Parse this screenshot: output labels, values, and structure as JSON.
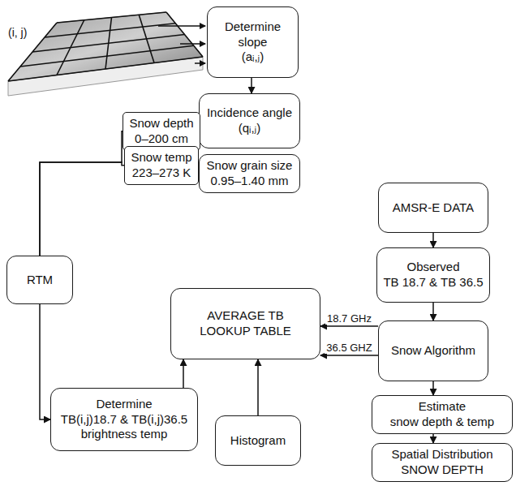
{
  "diagram": {
    "nodes": [
      {
        "text": [
          "Determine",
          "slope",
          "(aᵢ,ⱼ)"
        ]
      },
      {
        "text": [
          "Incidence angle",
          "(qᵢ,ⱼ)"
        ]
      },
      {
        "text": [
          "Snow depth",
          "0–200 cm"
        ]
      },
      {
        "text": [
          "Snow temp",
          "223–273 K"
        ]
      },
      {
        "text": [
          "Snow grain size",
          "0.95–1.40 mm"
        ]
      },
      {
        "text": [
          "AMSR-E DATA"
        ]
      },
      {
        "text": [
          "Observed",
          "TB 18.7 & TB 36.5"
        ]
      },
      {
        "text": [
          "RTM"
        ]
      },
      {
        "text": [
          "AVERAGE TB",
          "LOOKUP TABLE"
        ]
      },
      {
        "text": [
          "Snow Algorithm"
        ]
      },
      {
        "text": [
          "Determine",
          "TB(i,j)18.7 & TB(i,j)36.5",
          "brightness temp"
        ]
      },
      {
        "text": [
          "Histogram"
        ]
      },
      {
        "text": [
          "Estimate",
          "snow depth & temp"
        ]
      },
      {
        "text": [
          "Spatial Distribution",
          "SNOW DEPTH"
        ]
      }
    ],
    "edges": [
      {
        "from": 0,
        "to": 1,
        "arrow": "to"
      },
      {
        "from": 2,
        "to": 7,
        "arrow": "none"
      },
      {
        "from": 3,
        "to": 7,
        "arrow": "none"
      },
      {
        "from": 7,
        "to": 10,
        "arrow": "to"
      },
      {
        "from": 10,
        "to": 8,
        "arrow": "to"
      },
      {
        "from": 11,
        "to": 8,
        "arrow": "to"
      },
      {
        "from": 5,
        "to": 6,
        "arrow": "to"
      },
      {
        "from": 6,
        "to": 9,
        "arrow": "to"
      },
      {
        "from": 9,
        "to": 8,
        "label": "18.7 GHz",
        "arrow": "to"
      },
      {
        "from": 9,
        "to": 8,
        "label": "36.5 GHZ",
        "arrow": "to"
      },
      {
        "from": 9,
        "to": 12,
        "arrow": "to"
      },
      {
        "from": 12,
        "to": 13,
        "arrow": "to"
      }
    ],
    "labels": [
      "(i, j)"
    ]
  }
}
